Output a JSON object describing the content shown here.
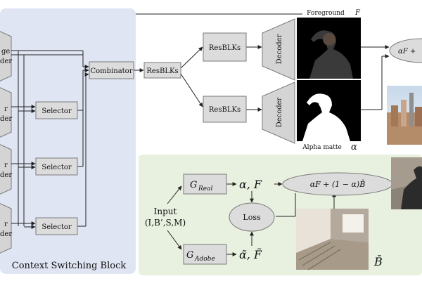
{
  "colors": {
    "context_bg": "#dfe5f3",
    "lower_bg": "#e8f0df",
    "box_fill": "#dcdcdc",
    "box_stroke": "#7a7a7a",
    "decoder_fill": "#d4d4d4",
    "matte_bg": "#000000",
    "person_fill": "#ffffff",
    "line": "#222222"
  },
  "context_block": {
    "label": "Context Switching Block",
    "encoders": [
      {
        "line1": "ge",
        "line2": "der",
        "icon": "trapezoid-encoder-icon"
      },
      {
        "line1": "r",
        "line2": "der",
        "icon": "trapezoid-encoder-icon"
      },
      {
        "line1": "r",
        "line2": "der",
        "icon": "trapezoid-encoder-icon"
      },
      {
        "line1": "r",
        "line2": "der",
        "icon": "trapezoid-encoder-icon"
      }
    ],
    "selectors": [
      "Selector",
      "Selector",
      "Selector"
    ]
  },
  "upper": {
    "combinator": "Combinator",
    "resblk_main": "ResBLKs",
    "resblk_top": "ResBLKs",
    "resblk_bottom": "ResBLKs",
    "decoder_top": "Decoder",
    "decoder_bottom": "Decoder",
    "foreground_label": "Foreground",
    "foreground_symbol": "F",
    "alpha_label": "Alpha matte",
    "alpha_symbol": "α",
    "composite_partial": "αF +"
  },
  "lower": {
    "input_line1": "Input",
    "input_line2": "(I,B’,S,M)",
    "g_real_base": "G",
    "g_real_sub": "Real",
    "g_adobe_base": "G",
    "g_adobe_sub": "Adobe",
    "out_real": "α,  F",
    "out_adobe": "α̃,  F̃",
    "loss": "Loss",
    "composite": "αF + (1 − α)B̄",
    "bg_symbol": "B̄"
  }
}
